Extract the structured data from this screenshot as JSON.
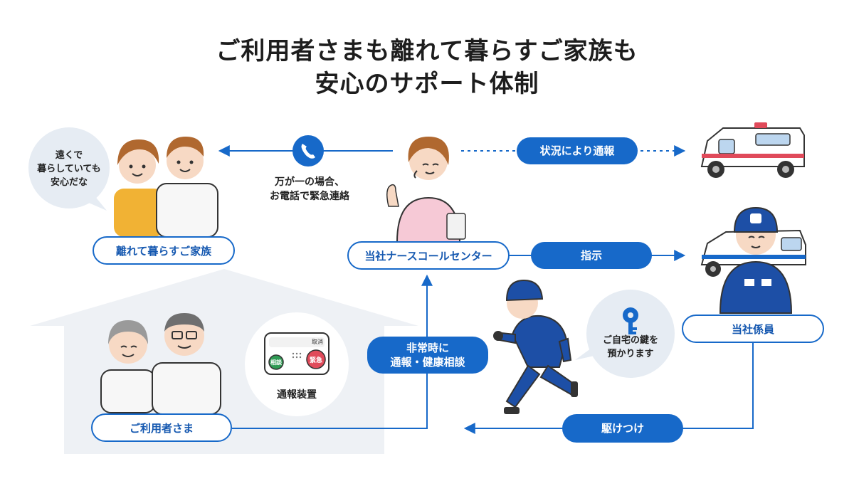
{
  "title": {
    "line1": "ご利用者さまも離れて暮らすご家族も",
    "line2": "安心のサポート体制"
  },
  "colors": {
    "accent": "#1769c9",
    "house": "#eef1f5",
    "bubble": "#e6ecf3"
  },
  "nodes": {
    "family": "離れて暮らすご家族",
    "users": "ご利用者さま",
    "nurse_center": "当社ナースコールセンター",
    "staff": "当社係員"
  },
  "edges": {
    "situation_report": "状況により通報",
    "instruction": "指示",
    "emergency": "非常時に\n通報・健康相談",
    "rush": "駆けつけ"
  },
  "notes": {
    "phone_caption": "万が一の場合、\nお電話で緊急連絡",
    "family_speech": "遠くで\n暮らしていても\n安心だな",
    "key_speech": "ご自宅の鍵を\n預かります",
    "device_caption": "通報装置",
    "device_btn_left": "相談",
    "device_btn_right": "緊急",
    "device_corner": "取消"
  },
  "icons": [
    "phone-icon",
    "key-icon",
    "ambulance-icon",
    "security-car-icon",
    "alarm-device-icon"
  ]
}
